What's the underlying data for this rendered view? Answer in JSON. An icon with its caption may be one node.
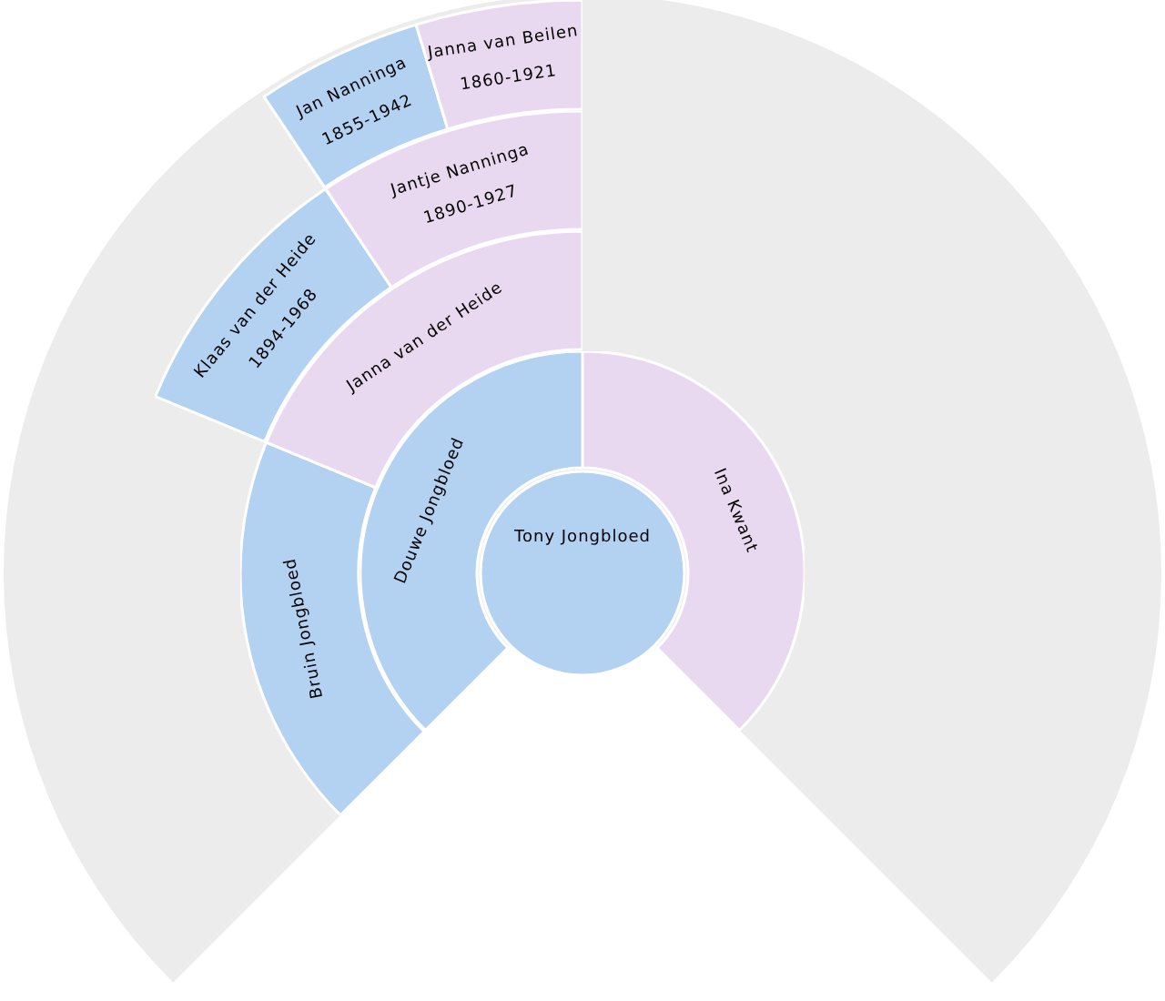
{
  "diagram": {
    "nodes": [
      {
        "text": [
          "Tony Jongbloed"
        ]
      },
      {
        "text": [
          "Douwe Jongbloed"
        ]
      },
      {
        "text": [
          "Ina Kwant"
        ]
      },
      {
        "text": [
          "Bruin Jongbloed"
        ]
      },
      {
        "text": [
          "Janna van der Heide"
        ]
      },
      {
        "text": [
          "Klaas van der Heide",
          "1894-1968"
        ]
      },
      {
        "text": [
          "Jantje Nanninga",
          "1890-1927"
        ]
      },
      {
        "text": [
          "Jan Nanninga",
          "1855-1942"
        ]
      },
      {
        "text": [
          "Janna van Beilen",
          "1860-1921"
        ]
      }
    ]
  }
}
